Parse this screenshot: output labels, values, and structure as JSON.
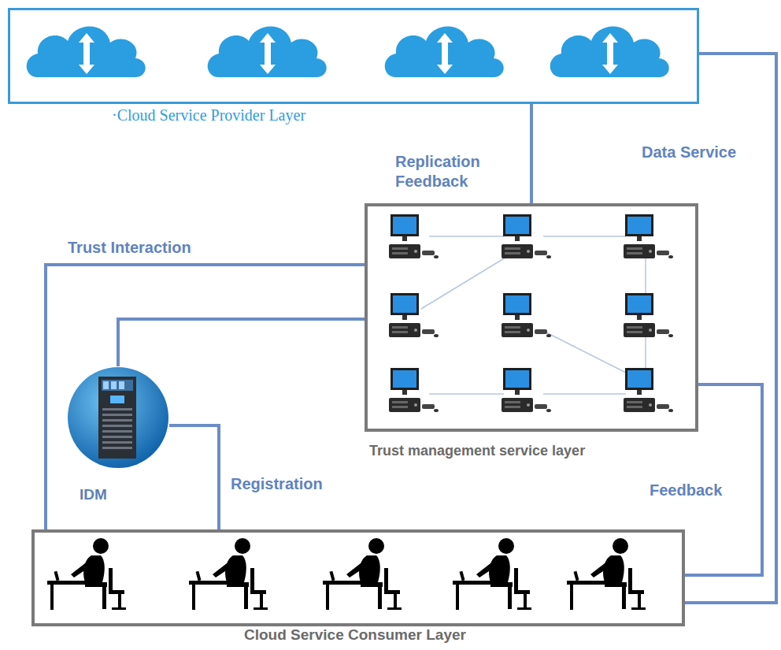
{
  "diagram": {
    "nodes": [
      {
        "text": [
          "·Cloud Service Provider Layer"
        ]
      },
      {
        "text": [
          "Trust management service layer"
        ]
      },
      {
        "text": [
          "IDM"
        ]
      },
      {
        "text": [
          "Cloud Service Consumer Layer"
        ]
      }
    ],
    "edges": [
      {
        "from": 0,
        "to": 1,
        "label": "Replication Feedback",
        "arrow": "none"
      },
      {
        "from": 1,
        "to": 3,
        "label": "Trust Interaction",
        "arrow": "none"
      },
      {
        "from": 1,
        "to": 2,
        "arrow": "none"
      },
      {
        "from": 2,
        "to": 3,
        "label": "Registration",
        "arrow": "none"
      },
      {
        "from": 1,
        "to": 3,
        "label": "Feedback",
        "arrow": "none"
      },
      {
        "from": 0,
        "to": 3,
        "label": "Data Service",
        "arrow": "none"
      }
    ]
  }
}
